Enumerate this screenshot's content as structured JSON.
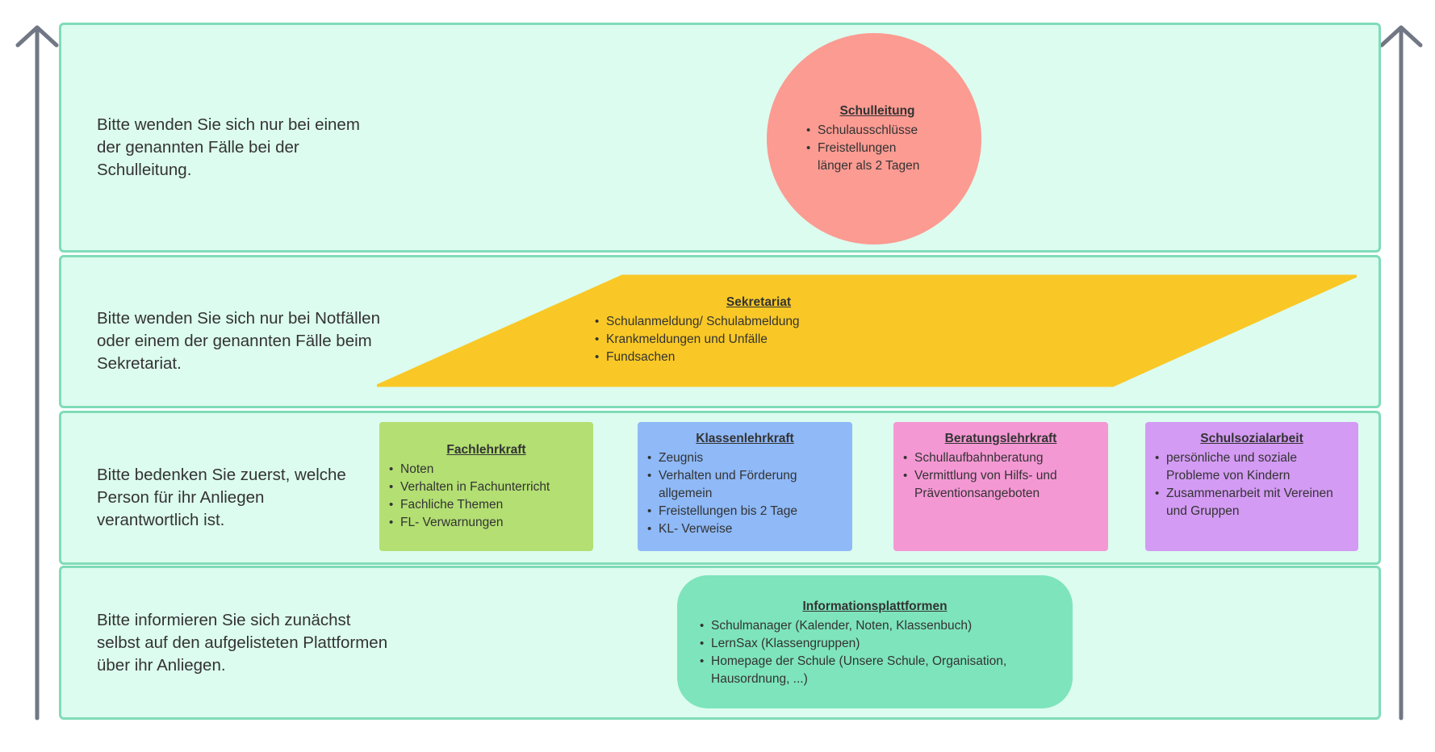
{
  "colors": {
    "band_bg": "#dcfcef",
    "band_border": "#7fdcb8",
    "arrow": "#717784",
    "schulleitung": "#fc9b92",
    "sekretariat": "#f9c826",
    "fachlehrkraft": "#b3df73",
    "klassenlehrkraft": "#8fb9f7",
    "beratungslehrkraft": "#f498d4",
    "schulsozialarbeit": "#d39bf3",
    "informationsplattformen": "#7ee4bc"
  },
  "levels": [
    {
      "instruction": "Bitte wenden Sie sich nur bei einem\nder genannten Fälle bei der\nSchulleitung.",
      "cards": [
        {
          "title": "Schulleitung",
          "items": [
            "Schulausschlüsse",
            "Freistellungen\nlänger als 2 Tagen"
          ]
        }
      ]
    },
    {
      "instruction": "Bitte wenden Sie sich nur bei Notfällen\noder einem der genannten Fälle beim\nSekretariat.",
      "cards": [
        {
          "title": "Sekretariat",
          "items": [
            "Schulanmeldung/ Schulabmeldung",
            "Krankmeldungen und Unfälle",
            "Fundsachen"
          ]
        }
      ]
    },
    {
      "instruction": "Bitte bedenken Sie zuerst, welche\nPerson für ihr Anliegen\nverantwortlich ist.",
      "cards": [
        {
          "title": "Fachlehrkraft",
          "items": [
            "Noten",
            "Verhalten in Fachunterricht",
            "Fachliche Themen",
            "FL- Verwarnungen"
          ]
        },
        {
          "title": "Klassenlehrkraft",
          "items": [
            "Zeugnis",
            "Verhalten und Förderung allgemein",
            "Freistellungen bis 2 Tage",
            "KL- Verweise"
          ]
        },
        {
          "title": "Beratungslehrkraft",
          "items": [
            "Schullaufbahnberatung",
            "Vermittlung von Hilfs- und Präventionsangeboten"
          ]
        },
        {
          "title": "Schulsozialarbeit",
          "items": [
            "persönliche und soziale Probleme von Kindern",
            "Zusammenarbeit mit Vereinen und Gruppen"
          ]
        }
      ]
    },
    {
      "instruction": "Bitte informieren Sie sich zunächst\nselbst auf den aufgelisteten Plattformen\nüber ihr Anliegen.",
      "cards": [
        {
          "title": "Informationsplattformen",
          "items": [
            "Schulmanager (Kalender, Noten, Klassenbuch)",
            "LernSax (Klassengruppen)",
            "Homepage der Schule (Unsere Schule, Organisation, Hausordnung, ...)"
          ]
        }
      ]
    }
  ]
}
